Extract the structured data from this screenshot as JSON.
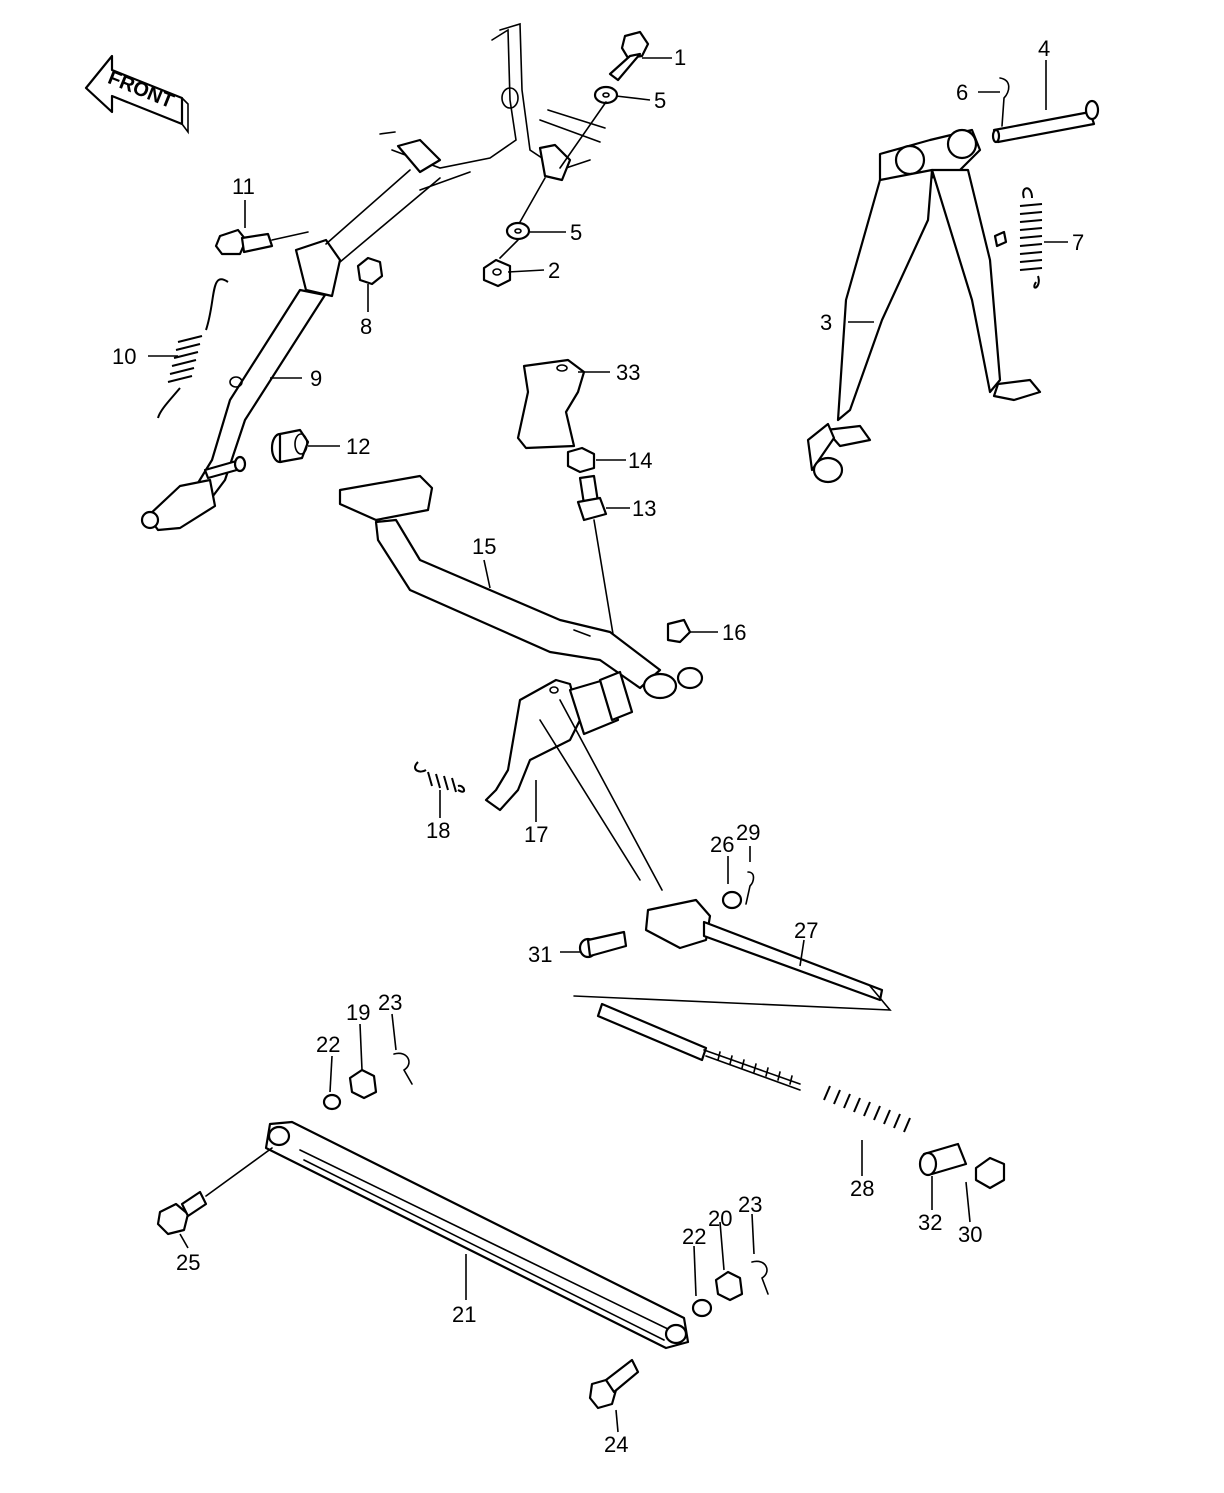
{
  "front_arrow": {
    "label": "FRONT"
  },
  "callouts": {
    "c1": "1",
    "c2": "2",
    "c3": "3",
    "c4": "4",
    "c5a": "5",
    "c5b": "5",
    "c6": "6",
    "c7": "7",
    "c8": "8",
    "c9": "9",
    "c10": "10",
    "c11": "11",
    "c12": "12",
    "c13": "13",
    "c14": "14",
    "c15": "15",
    "c16": "16",
    "c17": "17",
    "c18": "18",
    "c19": "19",
    "c20": "20",
    "c21": "21",
    "c22a": "22",
    "c22b": "22",
    "c23a": "23",
    "c23b": "23",
    "c24": "24",
    "c25": "25",
    "c26": "26",
    "c27": "27",
    "c28": "28",
    "c29": "29",
    "c30": "30",
    "c31": "31",
    "c32": "32",
    "c33": "33"
  }
}
